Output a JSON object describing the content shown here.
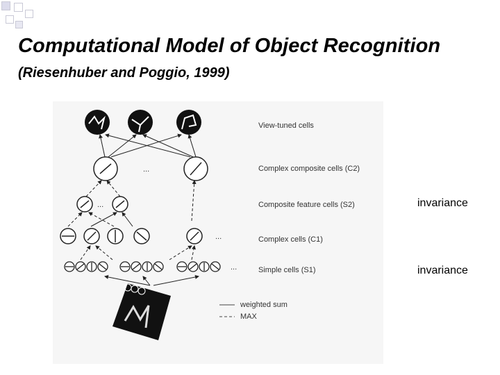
{
  "slide": {
    "title": "Computational Model of Object Recognition",
    "subtitle": "(Riesenhuber and Poggio, 1999)"
  },
  "figure": {
    "layers": {
      "view_tuned": "View-tuned cells",
      "c2": "Complex composite cells (C2)",
      "s2": "Composite feature cells (S2)",
      "c1": "Complex cells (C1)",
      "s1": "Simple cells (S1)"
    },
    "legend": {
      "weighted_sum": "weighted sum",
      "max": "MAX"
    },
    "ellipsis": "..."
  },
  "annotations": {
    "upper": "invariance",
    "lower": "invariance"
  }
}
